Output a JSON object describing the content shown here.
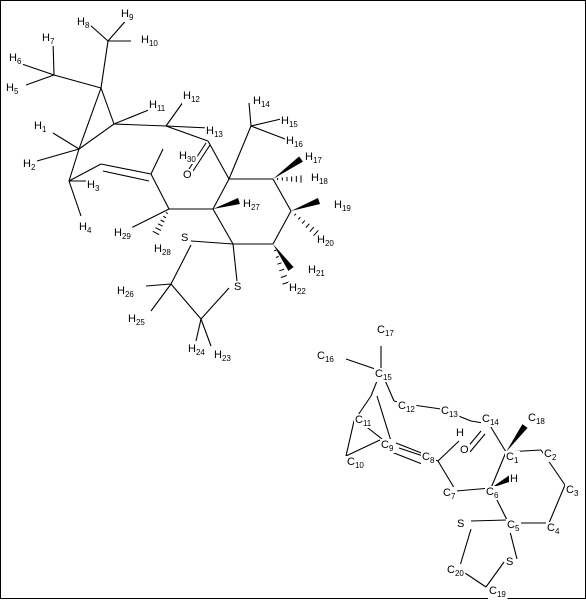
{
  "figure": {
    "molecule_a": {
      "atom_labels": [
        {
          "id": "H1",
          "base": "H",
          "sub": "1"
        },
        {
          "id": "H2",
          "base": "H",
          "sub": "2"
        },
        {
          "id": "H3",
          "base": "H",
          "sub": "3"
        },
        {
          "id": "H4",
          "base": "H",
          "sub": "4"
        },
        {
          "id": "H5",
          "base": "H",
          "sub": "5"
        },
        {
          "id": "H6",
          "base": "H",
          "sub": "6"
        },
        {
          "id": "H7",
          "base": "H",
          "sub": "7"
        },
        {
          "id": "H8",
          "base": "H",
          "sub": "8"
        },
        {
          "id": "H9",
          "base": "H",
          "sub": "9"
        },
        {
          "id": "H10",
          "base": "H",
          "sub": "10"
        },
        {
          "id": "H11",
          "base": "H",
          "sub": "11"
        },
        {
          "id": "H12",
          "base": "H",
          "sub": "12"
        },
        {
          "id": "H13",
          "base": "H",
          "sub": "13"
        },
        {
          "id": "H14",
          "base": "H",
          "sub": "14"
        },
        {
          "id": "H15",
          "base": "H",
          "sub": "15"
        },
        {
          "id": "H16",
          "base": "H",
          "sub": "16"
        },
        {
          "id": "H17",
          "base": "H",
          "sub": "17"
        },
        {
          "id": "H18",
          "base": "H",
          "sub": "18"
        },
        {
          "id": "H19",
          "base": "H",
          "sub": "19"
        },
        {
          "id": "H20",
          "base": "H",
          "sub": "20"
        },
        {
          "id": "H21",
          "base": "H",
          "sub": "21"
        },
        {
          "id": "H22",
          "base": "H",
          "sub": "22"
        },
        {
          "id": "H23",
          "base": "H",
          "sub": "23"
        },
        {
          "id": "H24",
          "base": "H",
          "sub": "24"
        },
        {
          "id": "H25",
          "base": "H",
          "sub": "25"
        },
        {
          "id": "H26",
          "base": "H",
          "sub": "26"
        },
        {
          "id": "H27",
          "base": "H",
          "sub": "27"
        },
        {
          "id": "H28",
          "base": "H",
          "sub": "28"
        },
        {
          "id": "H29",
          "base": "H",
          "sub": "29"
        },
        {
          "id": "H30",
          "base": "H",
          "sub": "30"
        },
        {
          "id": "O",
          "base": "O",
          "sub": ""
        },
        {
          "id": "S1",
          "base": "S",
          "sub": ""
        },
        {
          "id": "S2",
          "base": "S",
          "sub": ""
        }
      ]
    },
    "molecule_b": {
      "atom_labels": [
        {
          "id": "C1",
          "base": "C",
          "sub": "1"
        },
        {
          "id": "C2",
          "base": "C",
          "sub": "2"
        },
        {
          "id": "C3",
          "base": "C",
          "sub": "3"
        },
        {
          "id": "C4",
          "base": "C",
          "sub": "4"
        },
        {
          "id": "C5",
          "base": "C",
          "sub": "5"
        },
        {
          "id": "C6",
          "base": "C",
          "sub": "6"
        },
        {
          "id": "C7",
          "base": "C",
          "sub": "7"
        },
        {
          "id": "C8",
          "base": "C",
          "sub": "8"
        },
        {
          "id": "C9",
          "base": "C",
          "sub": "9"
        },
        {
          "id": "C10",
          "base": "C",
          "sub": "10"
        },
        {
          "id": "C11",
          "base": "C",
          "sub": "11"
        },
        {
          "id": "C12",
          "base": "C",
          "sub": "12"
        },
        {
          "id": "C13",
          "base": "C",
          "sub": "13"
        },
        {
          "id": "C14",
          "base": "C",
          "sub": "14"
        },
        {
          "id": "C15",
          "base": "C",
          "sub": "15"
        },
        {
          "id": "C16",
          "base": "C",
          "sub": "16"
        },
        {
          "id": "C17",
          "base": "C",
          "sub": "17"
        },
        {
          "id": "C18",
          "base": "C",
          "sub": "18"
        },
        {
          "id": "C19",
          "base": "C",
          "sub": "19"
        },
        {
          "id": "C20",
          "base": "C",
          "sub": "20"
        },
        {
          "id": "O",
          "base": "O",
          "sub": ""
        },
        {
          "id": "S1",
          "base": "S",
          "sub": ""
        },
        {
          "id": "S2",
          "base": "S",
          "sub": ""
        },
        {
          "id": "Ha",
          "base": "H",
          "sub": ""
        },
        {
          "id": "Hb",
          "base": "H",
          "sub": ""
        }
      ]
    }
  }
}
